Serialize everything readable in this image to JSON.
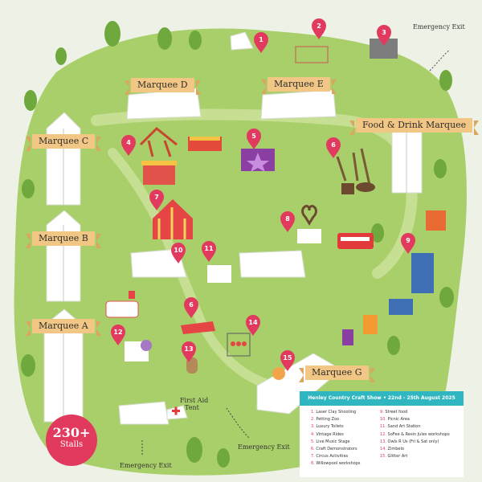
{
  "marquees": {
    "a": "Marquee A",
    "b": "Marquee B",
    "c": "Marquee C",
    "d": "Marquee D",
    "e": "Marquee E",
    "food": "Food & Drink Marquee",
    "g": "Marquee G"
  },
  "exits": {
    "top": "Emergency Exit",
    "bottom_left": "Emergency Exit",
    "bottom_mid": "Emergency Exit"
  },
  "first_aid": [
    "First Aid",
    "Tent"
  ],
  "stalls": {
    "count": "230+",
    "label": "Stalls"
  },
  "pins": [
    "1",
    "2",
    "3",
    "4",
    "5",
    "6",
    "7",
    "8",
    "9",
    "10",
    "11",
    "6",
    "12",
    "13",
    "14",
    "15"
  ],
  "legend": {
    "title": "Henley Country Craft Show • 22nd - 25th August 2025",
    "items": [
      {
        "n": "1.",
        "t": "Laser Clay Shooting"
      },
      {
        "n": "2.",
        "t": "Petting Zoo"
      },
      {
        "n": "3.",
        "t": "Luxury Toilets"
      },
      {
        "n": "4.",
        "t": "Vintage Rides"
      },
      {
        "n": "5.",
        "t": "Live Music Stage"
      },
      {
        "n": "6.",
        "t": "Craft Demonstrators"
      },
      {
        "n": "7.",
        "t": "Circus Activities"
      },
      {
        "n": "8.",
        "t": "Willowpool workshops"
      },
      {
        "n": "9.",
        "t": "Street food"
      },
      {
        "n": "10.",
        "t": "Picnic Area"
      },
      {
        "n": "11.",
        "t": "Sand Art Station"
      },
      {
        "n": "12.",
        "t": "SoFee & Resin Jules workshops"
      },
      {
        "n": "13.",
        "t": "Owls R Us (Fri & Sat only)"
      },
      {
        "n": "14.",
        "t": "Zimbelo"
      },
      {
        "n": "15.",
        "t": "Glitter Art"
      }
    ]
  },
  "colors": {
    "field": "#a9cf6a",
    "path": "#c6df93",
    "pin": "#e23a5e",
    "banner": "#f2c785",
    "legend_header": "#2fb6c0"
  }
}
